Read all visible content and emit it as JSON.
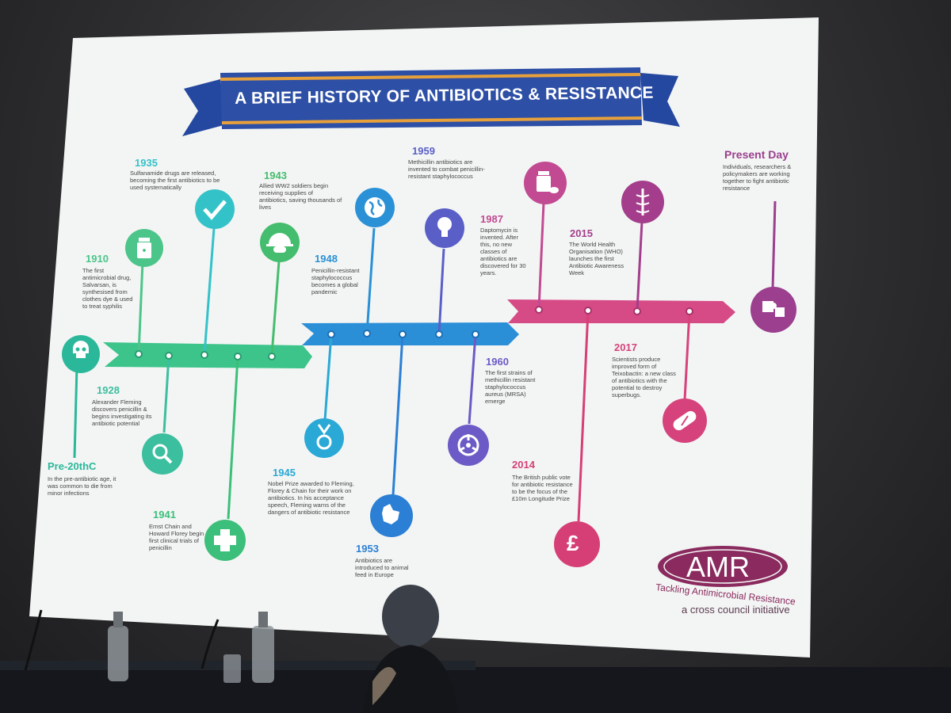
{
  "title": "A BRIEF HISTORY OF ANTIBIOTICS & RESISTANCE",
  "events": [
    {
      "id": "pre20",
      "year": "Pre-20thC",
      "text": "In the pre-antibiotic age, it was common to die from minor infections",
      "color": "#2bb89a",
      "icon": "skull-icon"
    },
    {
      "id": "1910",
      "year": "1910",
      "text": "The first antimicrobial drug, Salvarsan, is synthesised from clothes dye & used to treat syphilis",
      "color": "#4cc58a",
      "icon": "medicine-bottle-icon"
    },
    {
      "id": "1928",
      "year": "1928",
      "text": "Alexander Fleming discovers penicillin & begins investigating its antibiotic potential",
      "color": "#3cbf9e",
      "icon": "magnifying-glass-icon"
    },
    {
      "id": "1935",
      "year": "1935",
      "text": "Sulfanamide drugs are released, becoming the first antibiotics to be used systematically",
      "color": "#34c2c9",
      "icon": "checkmark-icon"
    },
    {
      "id": "1941",
      "year": "1941",
      "text": "Ernst Chain and Howard Florey begin first clinical trials of penicillin",
      "color": "#3cbf7a",
      "icon": "medical-cross-icon"
    },
    {
      "id": "1943",
      "year": "1943",
      "text": "Allied WW2 soldiers begin receiving supplies of antibiotics, saving thousands of lives",
      "color": "#45bd6e",
      "icon": "soldier-helmet-icon"
    },
    {
      "id": "1945",
      "year": "1945",
      "text": "Nobel Prize awarded to Fleming, Florey & Chain for their work on antibiotics. In his acceptance speech, Fleming warns of the dangers of antibiotic resistance",
      "color": "#2aa9d6",
      "icon": "medal-icon"
    },
    {
      "id": "1948",
      "year": "1948",
      "text": "Penicillin-resistant staphylococcus becomes a global pandemic",
      "color": "#2a91d6",
      "icon": "globe-icon"
    },
    {
      "id": "1953",
      "year": "1953",
      "text": "Antibiotics are introduced to animal feed in Europe",
      "color": "#2b7fd4",
      "icon": "map-europe-icon"
    },
    {
      "id": "1959",
      "year": "1959",
      "text": "Methicillin antibiotics are invented to combat penicillin-resistant staphylococcus",
      "color": "#5a5fc8",
      "icon": "lightbulb-icon"
    },
    {
      "id": "1960",
      "year": "1960",
      "text": "The first strains of methicillin resistant staphylococcus aureus (MRSA) emerge",
      "color": "#6c5ac6",
      "icon": "biohazard-icon"
    },
    {
      "id": "1987",
      "year": "1987",
      "text": "Daptomycin is invented. After this, no new classes of antibiotics are discovered for 30 years.",
      "color": "#c24a92",
      "icon": "pills-bottle-icon"
    },
    {
      "id": "2014",
      "year": "2014",
      "text": "The British public vote for antibiotic resistance to be the focus of the £10m Longitude Prize",
      "color": "#d63f76",
      "icon": "pound-icon"
    },
    {
      "id": "2015",
      "year": "2015",
      "text": "The World Health Organisation (WHO) launches the first Antibiotic Awareness Week",
      "color": "#a43e8c",
      "icon": "caduceus-icon"
    },
    {
      "id": "2017",
      "year": "2017",
      "text": "Scientists produce improved form of Teixobactin: a new class of antibiotics with the potential to destroy superbugs.",
      "color": "#d6437c",
      "icon": "capsule-icon"
    },
    {
      "id": "present",
      "year": "Present Day",
      "text": "Individuals, researchers & policymakers are working together to fight antibiotic resistance",
      "color": "#9b3f8e",
      "icon": "puzzle-icon"
    }
  ],
  "logo": {
    "name": "AMR",
    "tagline": "Tackling Antimicrobial Resistance",
    "subtitle": "a cross council initiative"
  },
  "colors": {
    "banner": "#2d4d9c",
    "banner_trim": "#e8a13a",
    "arrow_green": "#3cc48a",
    "arrow_blue": "#2b8fd8",
    "arrow_pink": "#d64a86",
    "logo": "#8a2a5e"
  }
}
